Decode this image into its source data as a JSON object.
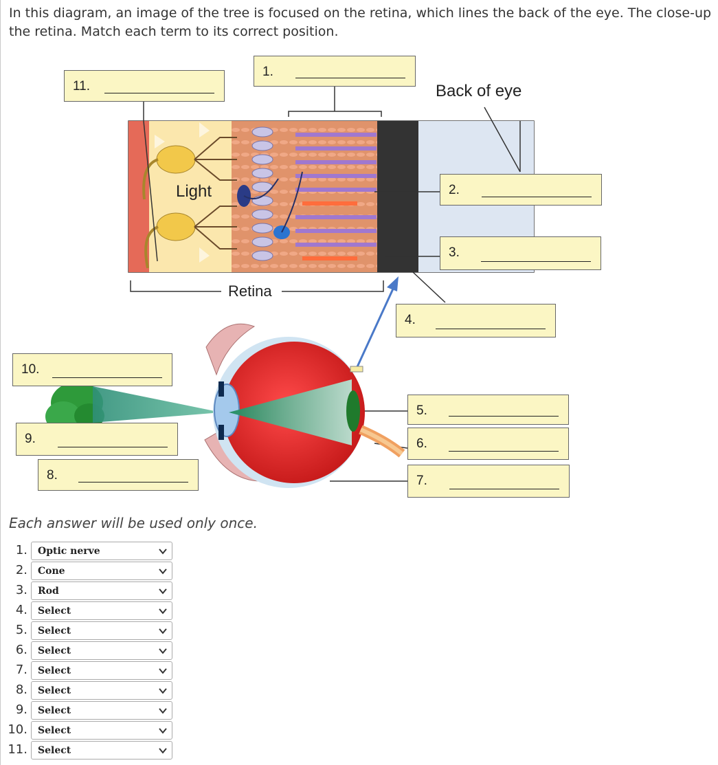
{
  "prompt": {
    "line1": "In this diagram, an image of the tree is focused on the retina, which lines the back of the eye. The close-up",
    "line2": "the retina. Match each term to its correct position."
  },
  "diagram": {
    "caption_light": "Light",
    "caption_retina": "Retina",
    "caption_back": "Back of eye",
    "labels": [
      {
        "num": "1."
      },
      {
        "num": "2."
      },
      {
        "num": "3."
      },
      {
        "num": "4."
      },
      {
        "num": "5."
      },
      {
        "num": "6."
      },
      {
        "num": "7."
      },
      {
        "num": "8."
      },
      {
        "num": "9."
      },
      {
        "num": "10."
      },
      {
        "num": "11."
      }
    ]
  },
  "instructions": "Each answer will be used only once.",
  "answers": [
    {
      "num": "1.",
      "value": "Optic nerve"
    },
    {
      "num": "2.",
      "value": "Cone"
    },
    {
      "num": "3.",
      "value": "Rod"
    },
    {
      "num": "4.",
      "value": "Select"
    },
    {
      "num": "5.",
      "value": "Select"
    },
    {
      "num": "6.",
      "value": "Select"
    },
    {
      "num": "7.",
      "value": "Select"
    },
    {
      "num": "8.",
      "value": "Select"
    },
    {
      "num": "9.",
      "value": "Select"
    },
    {
      "num": "10.",
      "value": "Select"
    },
    {
      "num": "11.",
      "value": "Select"
    }
  ]
}
